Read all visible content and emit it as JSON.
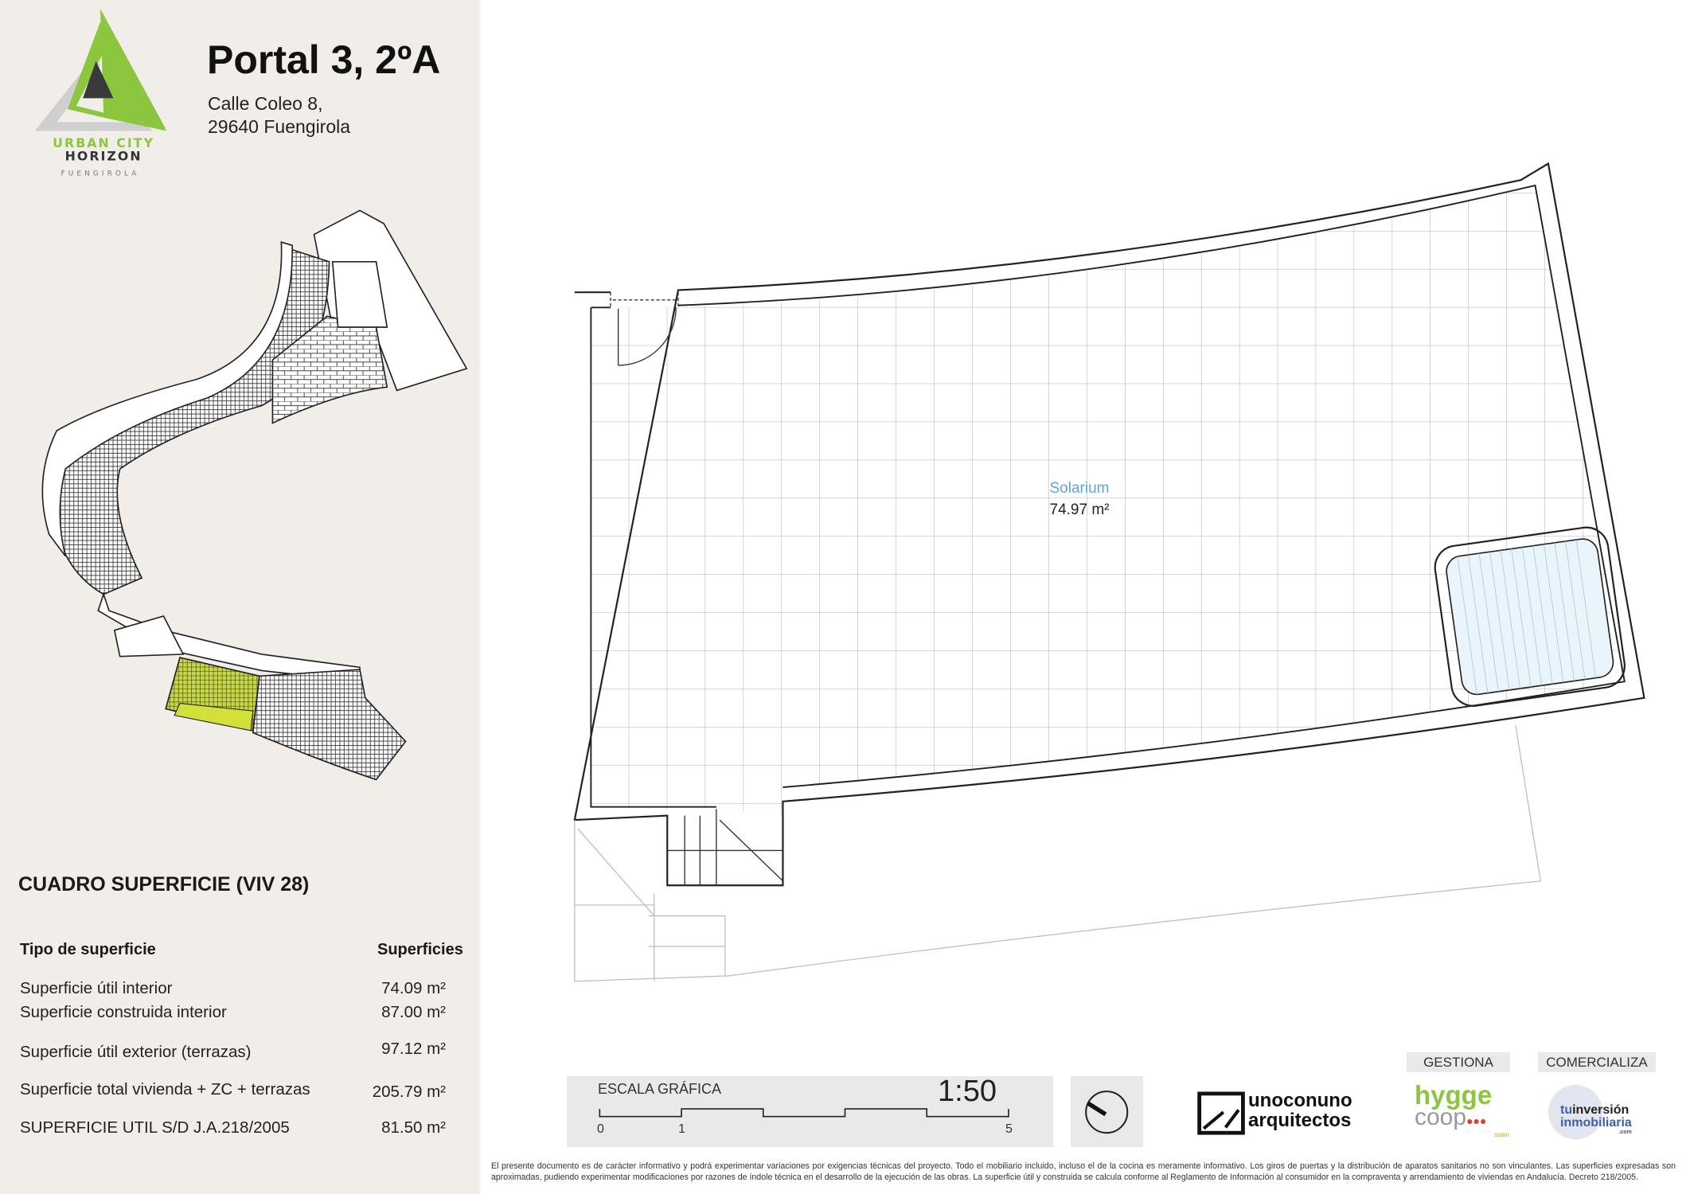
{
  "brand": {
    "line1": "URBAN CITY",
    "line2": "HORIZON",
    "line3": "FUENGIROLA",
    "green": "#8cc63f"
  },
  "header": {
    "title": "Portal 3, 2ºA",
    "address_line1": "Calle Coleo 8,",
    "address_line2": "29640 Fuengirola"
  },
  "table": {
    "title": "CUADRO SUPERFICIE (VIV 28)",
    "col_type": "Tipo de superficie",
    "col_value": "Superficies",
    "rows": [
      {
        "label": "Superficie útil interior",
        "value": "74.09 m²"
      },
      {
        "label": "Superficie construida interior",
        "value": "87.00 m²"
      },
      {
        "label": "Superficie útil exterior (terrazas)",
        "value": "97.12 m²"
      },
      {
        "label": "Superficie total vivienda + ZC + terrazas",
        "value": "205.79 m²"
      },
      {
        "label": "SUPERFICIE UTIL S/D J.A.218/2005",
        "value": "81.50 m²"
      }
    ]
  },
  "plan": {
    "room_name": "Solarium",
    "room_area": "74.97 m²",
    "room_color": "#5aa7e0"
  },
  "scale": {
    "label": "ESCALA GRÁFICA",
    "ratio": "1:50",
    "tick_0": "0",
    "tick_1": "1",
    "tick_5": "5"
  },
  "credits": {
    "gestiona": "GESTIONA",
    "comercializa": "COMERCIALIZA",
    "architect_1": "unoconuno",
    "architect_2": "arquitectos",
    "hygge_1": "hygge",
    "hygge_2": "coop",
    "hygge_3": "spain",
    "tu_1": "tu",
    "tu_2": "inversión",
    "tu_3": "inmobiliaria",
    "tu_4": ".com"
  },
  "disclaimer": "El presente documento es de carácter informativo y podrá experimentar variaciones por exigencias técnicas del proyecto. Todo el mobiliario incluido, incluso el de la cocina es meramente informativo. Los giros de puertas y la distribución de aparatos sanitarios no son vinculantes. Las superficies expresadas son aproximadas, pudiendo experimentar modificaciones por razones de índole técnica en el desarrollo de la ejecución de las obras. La superficie útil y construida se calcula conforme al Reglamento de Información al consumidor en la compraventa y arrendamiento de viviendas en Andalucía. Decreto 218/2005."
}
